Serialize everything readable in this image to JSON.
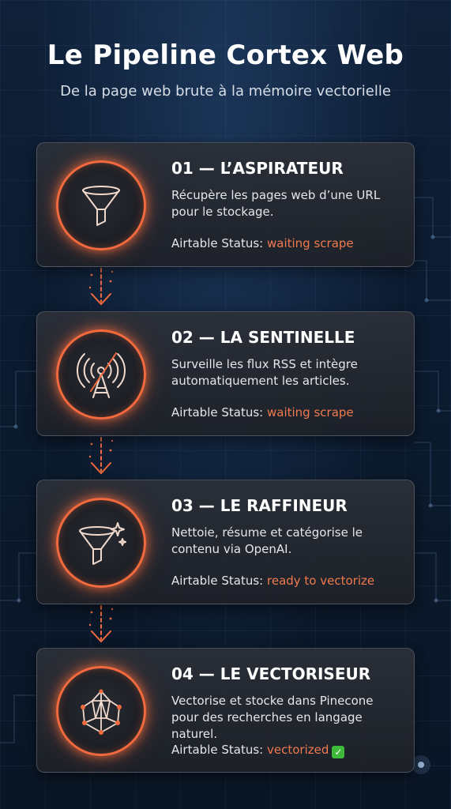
{
  "header": {
    "title": "Le Pipeline Cortex Web",
    "subtitle": "De la page web brute à la mémoire vectorielle"
  },
  "steps": [
    {
      "title": "01 — L’ASPIRATEUR",
      "description": "Récupère les pages web d’une URL pour le stockage.",
      "status_label": "Airtable Status:",
      "status_value": "waiting scrape",
      "icon": "funnel-icon"
    },
    {
      "title": "02 — LA SENTINELLE",
      "description": "Surveille les flux RSS et intègre automatiquement les articles.",
      "status_label": "Airtable Status:",
      "status_value": "waiting scrape",
      "icon": "broadcast-antenna-icon"
    },
    {
      "title": "03 — LE RAFFINEUR",
      "description": "Nettoie, résume et catégorise le contenu via OpenAI.",
      "status_label": "Airtable Status:",
      "status_value": "ready to vectorize",
      "icon": "funnel-sparkle-icon"
    },
    {
      "title": "04 — LE VECTORISEUR",
      "description": "Vectorise et stocke dans Pinecone pour des recherches en langage naturel.",
      "status_label": "Airtable Status:",
      "status_value": "vectorized",
      "status_emoji": "✓",
      "icon": "crystal-network-icon"
    }
  ],
  "colors": {
    "accent": "#f26a3d",
    "status_text": "#f07a4e",
    "background": "#0f2038",
    "card": "#2a2e36",
    "check": "#3fb93b"
  }
}
